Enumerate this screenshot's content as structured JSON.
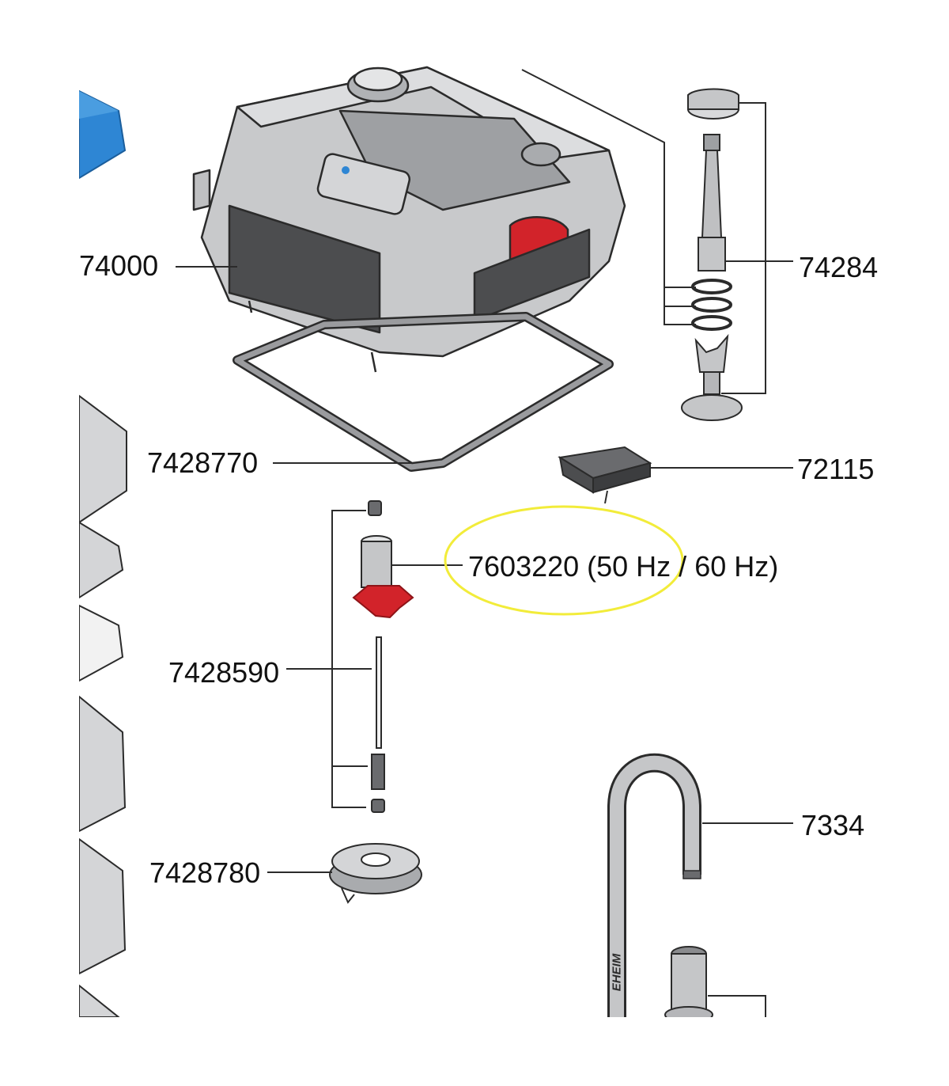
{
  "diagram": {
    "labels": {
      "part_74000": "74000",
      "part_74284": "74284",
      "part_7428770": "7428770",
      "part_72115": "72115",
      "part_7603220": "7603220 (50 Hz / 60 Hz)",
      "part_7428590": "7428590",
      "part_7334": "7334",
      "part_7428780": "7428780"
    },
    "hose_brand": "EHEIM",
    "colors": {
      "housing_gray": "#c8c9cb",
      "outline": "#2b2b2b",
      "impeller_red": "#d2232a",
      "highlight_yellow": "#f2ec3a",
      "accent_blue": "#2e86d4"
    }
  }
}
